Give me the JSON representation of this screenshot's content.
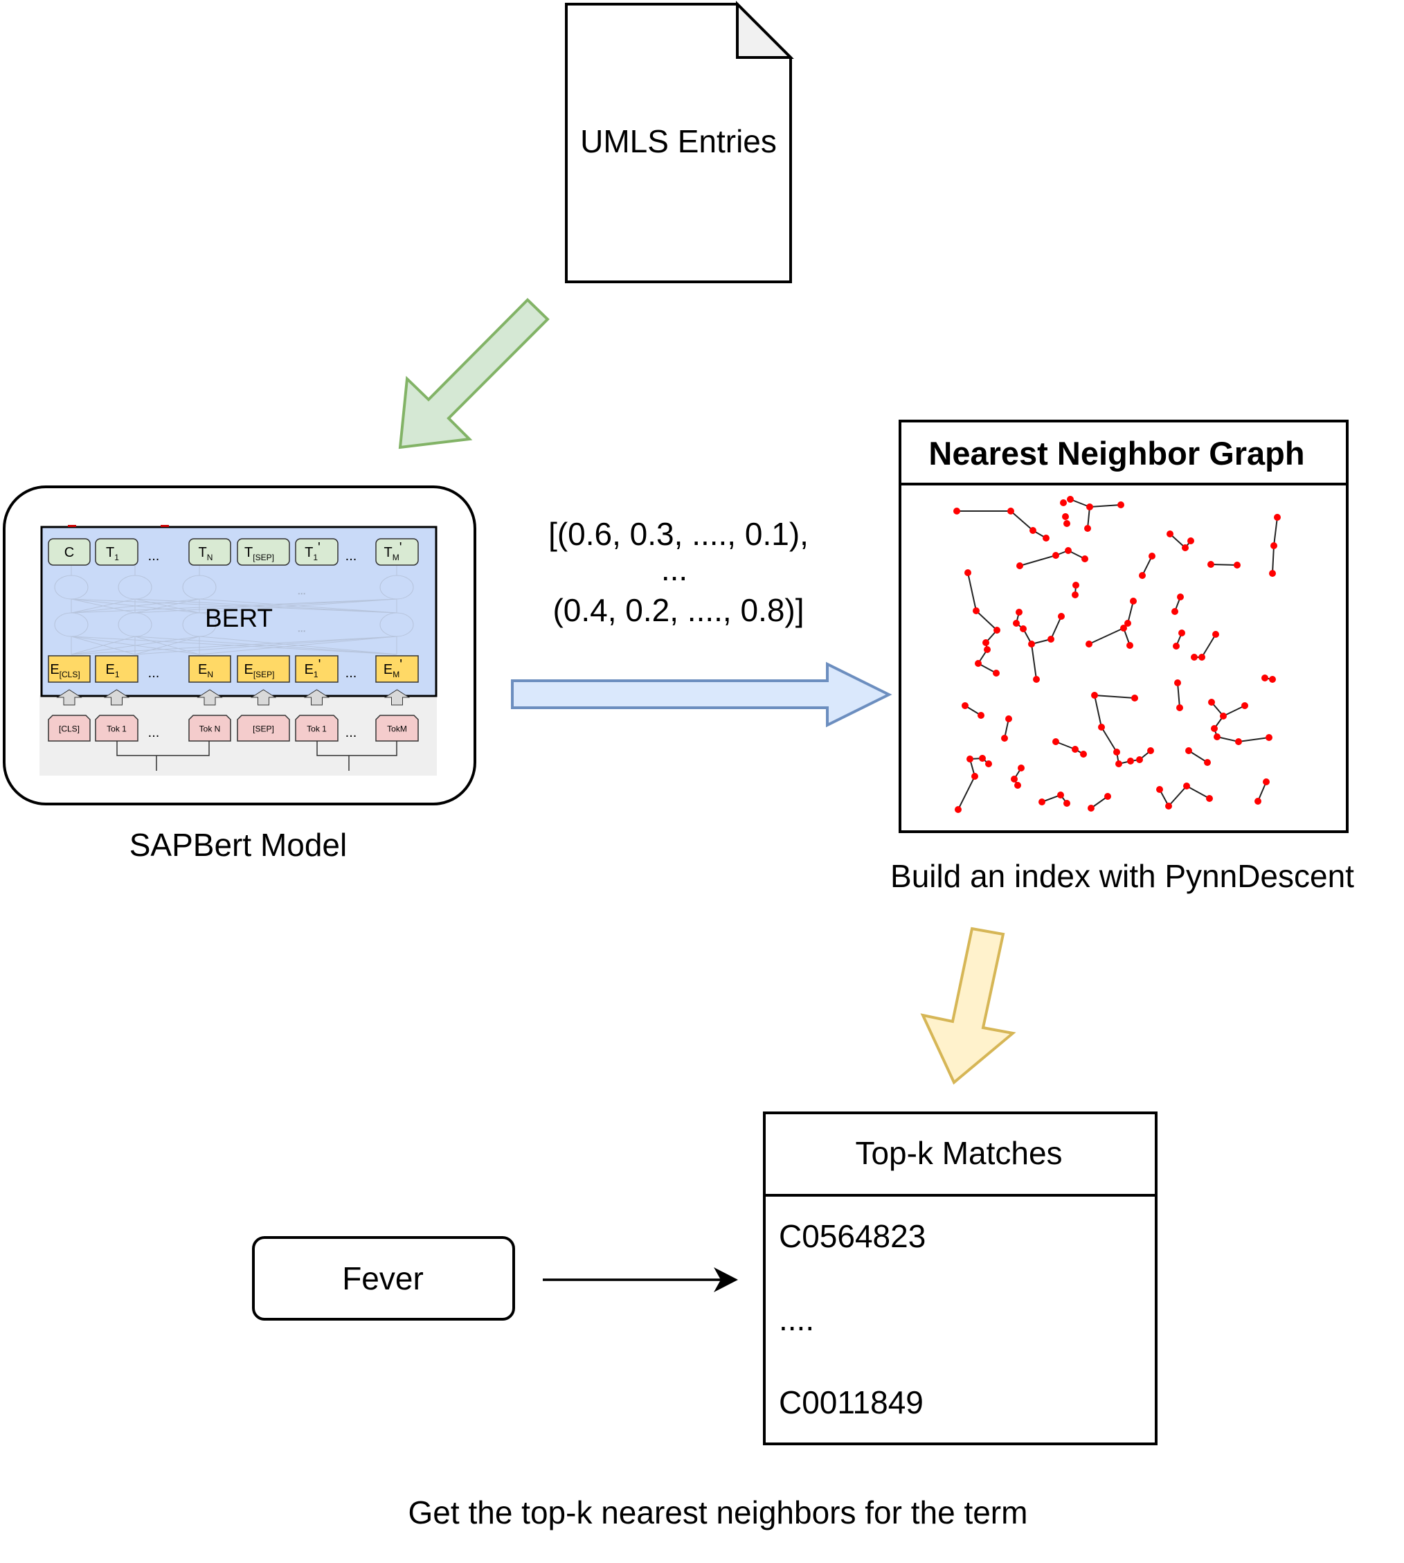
{
  "diagram": {
    "colors": {
      "green_fill": "#d5e8d4",
      "green_stroke": "#82b366",
      "blue_fill": "#dae8fc",
      "blue_stroke": "#6c8ebf",
      "yellow_fill": "#fff2cc",
      "yellow_stroke": "#d6b656",
      "node_red": "#ff0000",
      "edge_dark": "#222222",
      "bert_bg": "#c9daf8",
      "bert_output": "#d9ead3",
      "bert_embedding": "#ffd966",
      "bert_token": "#f4cccc",
      "bert_input_bg": "#efefef"
    },
    "umls_doc": {
      "label": "UMLS Entries"
    },
    "sapbert": {
      "caption": "SAPBert Model",
      "bert_label": "BERT",
      "outputs": [
        {
          "main": "C",
          "sub": ""
        },
        {
          "main": "T",
          "sub": "1"
        },
        {
          "main": "T",
          "sub": "N"
        },
        {
          "main": "T",
          "sub": "[SEP]"
        },
        {
          "main": "T",
          "sub": "1",
          "prime": "'"
        },
        {
          "main": "T",
          "sub": "M",
          "prime": "'"
        }
      ],
      "embeddings": [
        {
          "main": "E",
          "sub": "[CLS]"
        },
        {
          "main": "E",
          "sub": "1"
        },
        {
          "main": "E",
          "sub": "N"
        },
        {
          "main": "E",
          "sub": "[SEP]"
        },
        {
          "main": "E",
          "sub": "1",
          "prime": "'"
        },
        {
          "main": "E",
          "sub": "M",
          "prime": "'"
        }
      ],
      "tokens": [
        "[CLS]",
        "Tok 1",
        "Tok N",
        "[SEP]",
        "Tok 1",
        "TokM"
      ],
      "ellipsis": "..."
    },
    "vectors": {
      "line1": "[(0.6, 0.3, ...., 0.1),",
      "line2": "...",
      "line3": "(0.4, 0.2, ...., 0.8)]"
    },
    "nn_graph": {
      "title": "Nearest Neighbor Graph",
      "caption": "Build an index with PynnDescent"
    },
    "query": {
      "term": "Fever"
    },
    "topk": {
      "title": "Top-k Matches",
      "items": [
        "C0564823",
        "....",
        "C0011849"
      ]
    },
    "footer_caption": "Get the top-k nearest neighbors for the term"
  }
}
